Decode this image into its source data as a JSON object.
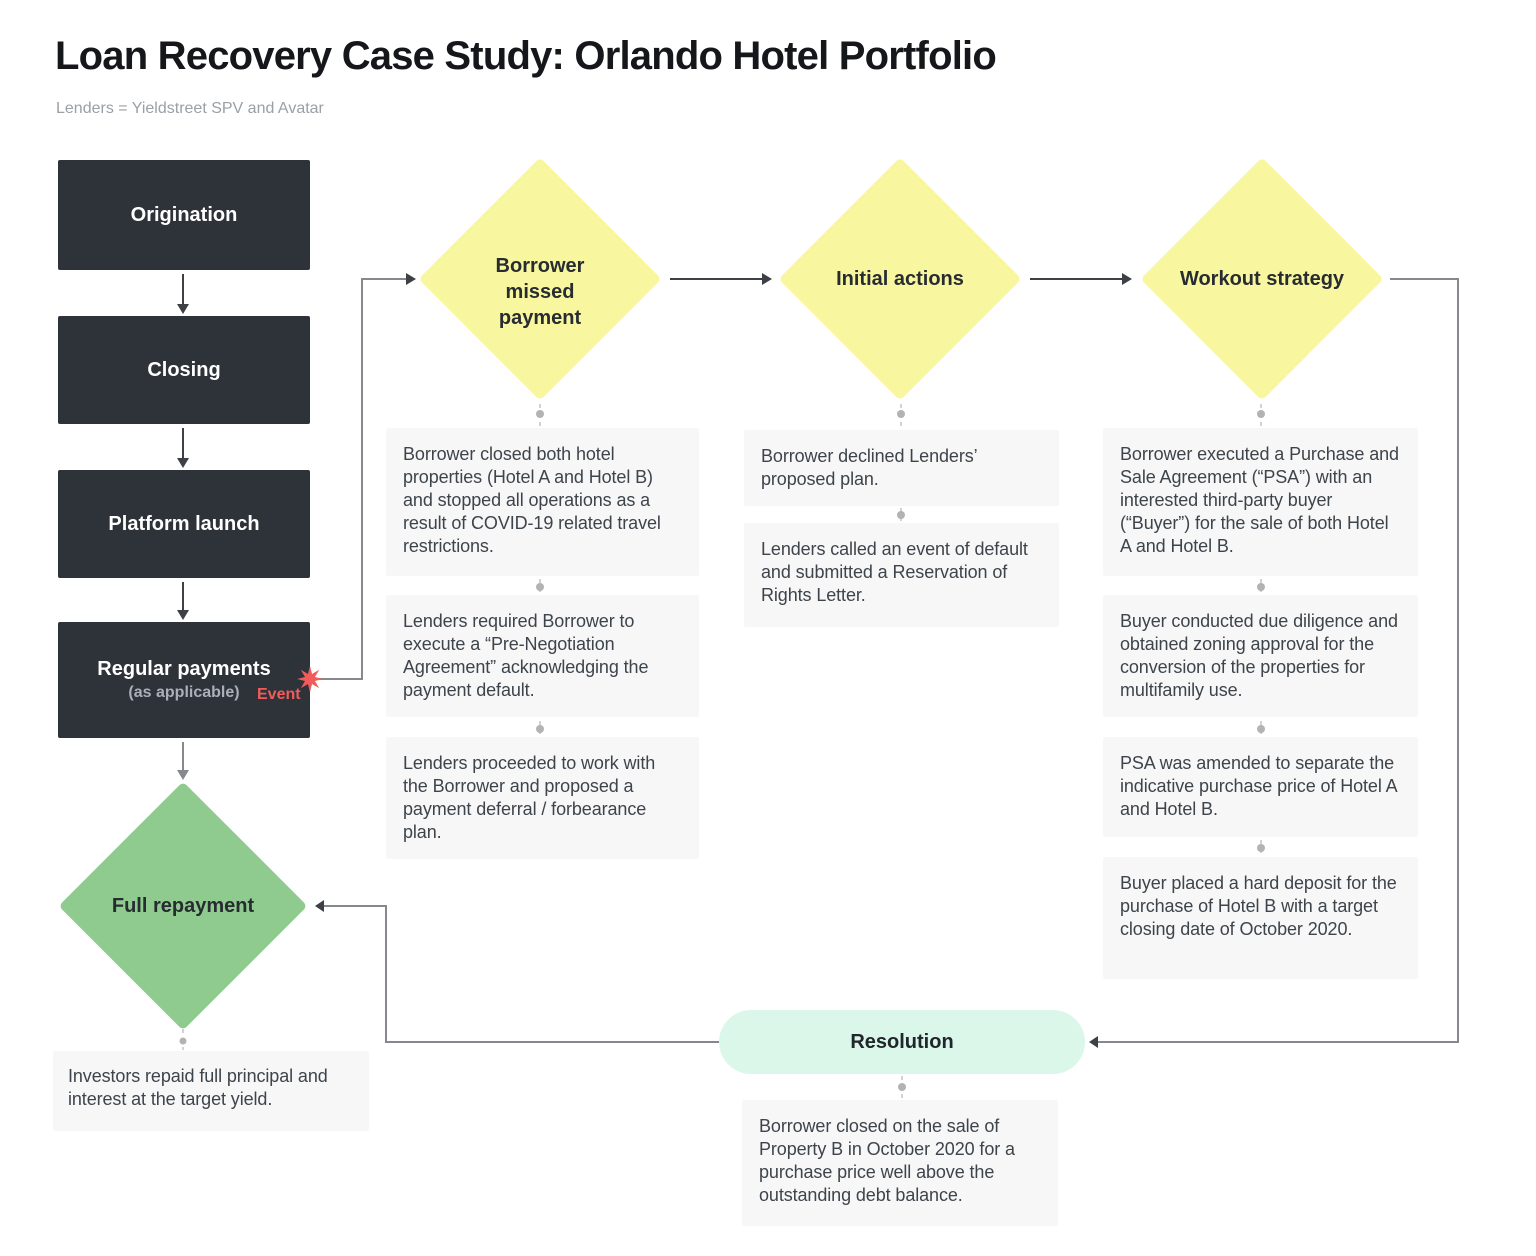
{
  "colors": {
    "stage-bg": "#2e3339",
    "stage-text": "#ffffff",
    "stage-subtext": "#a9b0b7",
    "event-red": "#f15b5b",
    "diamond-yellow": "#f9f6a0",
    "diamond-green": "#8fcb8f",
    "diamond-text": "#272c31",
    "pill-mint": "#dbf7ea",
    "note-bg": "#f7f7f7",
    "note-text": "#3e444b",
    "title-color": "#15171a",
    "subtitle-color": "#9aa0a6",
    "line-gray": "#85898e",
    "line-dark": "#3d4146",
    "dash-gray": "#d2d2d2",
    "dot-gray": "#b3b3b3"
  },
  "header": {
    "title": "Loan Recovery Case Study: Orlando Hotel Portfolio",
    "subtitle": "Lenders = Yieldstreet SPV and Avatar"
  },
  "pipeline": [
    {
      "label": "Origination"
    },
    {
      "label": "Closing"
    },
    {
      "label": "Platform launch"
    },
    {
      "label": "Regular payments",
      "sublabel": "(as applicable)",
      "event_tag": "Event"
    }
  ],
  "full_repayment": {
    "label": "Full repayment",
    "note": "Investors repaid full principal and interest at the target yield."
  },
  "branches": [
    {
      "diamond": "Borrower\nmissed payment",
      "notes": [
        "Borrower closed both hotel properties (Hotel A and Hotel B) and stopped all operations as a result of COVID-19 related travel restrictions.",
        "Lenders required Borrower to execute a “Pre-Negotiation Agreement” acknowledging the payment default.",
        "Lenders proceeded to work with the Borrower and proposed a payment deferral / forbearance plan."
      ]
    },
    {
      "diamond": "Initial actions",
      "notes": [
        "Borrower declined Lenders’ proposed plan.",
        "Lenders called an event of default and submitted a Reservation of Rights Letter."
      ]
    },
    {
      "diamond": "Workout strategy",
      "notes": [
        "Borrower executed a Purchase and Sale Agreement (“PSA”) with an interested third-party buyer (“Buyer”) for the sale of both Hotel A and Hotel B.",
        "Buyer conducted due diligence and obtained zoning approval for the conversion of the properties for multifamily use.",
        "PSA was amended to separate the indicative purchase price of Hotel A and Hotel B.",
        "Buyer placed a hard deposit for the purchase of Hotel B with a target closing date of October 2020."
      ]
    }
  ],
  "resolution": {
    "label": "Resolution",
    "note": "Borrower closed on the sale of Property B in October 2020 for a purchase price well above the outstanding debt balance."
  }
}
